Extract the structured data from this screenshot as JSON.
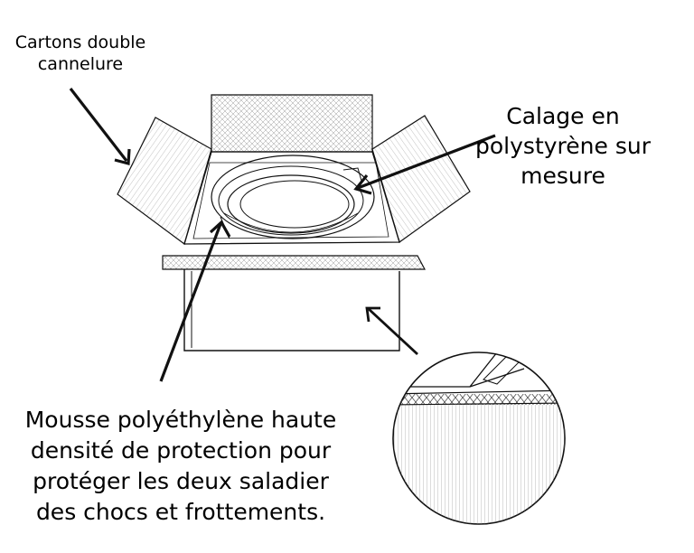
{
  "annotations": {
    "cartons": [
      "Cartons double",
      "cannelure"
    ],
    "calage": [
      "Calage en",
      "polystyrène sur",
      "mesure"
    ],
    "mousse": [
      "Mousse polyéthylène haute",
      "densité de protection pour",
      "protéger les deux saladier",
      "des chocs et frottements."
    ]
  },
  "colors": {
    "line": "#111111",
    "background": "#ffffff"
  },
  "icons": [
    "arrow-icon",
    "magnifier-detail-icon"
  ]
}
